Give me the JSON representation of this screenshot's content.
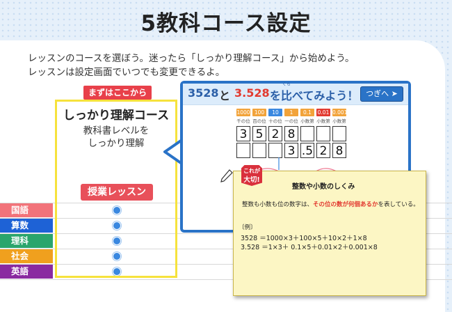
{
  "page_title": "5教科コース設定",
  "intro": {
    "line1": "レッスンのコースを選ぼう。迷ったら「しっかり理解コース」から始めよう。",
    "line2": "レッスンは設定画面でいつでも変更できるよ。"
  },
  "course": {
    "first_tag": "まずはここから",
    "title": "しっかり理解コース",
    "desc1": "教科書レベルを",
    "desc2": "しっかり理解",
    "lesson_button": "授業レッスン"
  },
  "subjects": [
    {
      "label": "国語",
      "color": "#f2737a"
    },
    {
      "label": "算数",
      "color": "#1e62d6"
    },
    {
      "label": "理科",
      "color": "#2aa56c"
    },
    {
      "label": "社会",
      "color": "#f0a01e"
    },
    {
      "label": "英語",
      "color": "#8a2aa0"
    }
  ],
  "preview": {
    "num1": "3528",
    "and": "と",
    "num2": "3.528",
    "tail": "を比べてみよう！",
    "ruby": "くら",
    "next_button": "つぎへ",
    "places": [
      {
        "value": "1000",
        "label": "千の位",
        "color": "#f2a33a"
      },
      {
        "value": "100",
        "label": "百の位",
        "color": "#f2a33a"
      },
      {
        "value": "10",
        "label": "十の位",
        "color": "#3a88e0"
      },
      {
        "value": "1",
        "label": "一の位",
        "color": "#f2a33a"
      },
      {
        "value": "0.1",
        "label": "小数第一位",
        "color": "#f2a33a"
      },
      {
        "value": "0.01",
        "label": "小数第二位",
        "color": "#e23a30"
      },
      {
        "value": "0.001",
        "label": "小数第三位",
        "color": "#f2a33a"
      }
    ],
    "row1": [
      "3",
      "5",
      "2",
      "8",
      "",
      "",
      ""
    ],
    "row2": [
      "",
      "",
      "",
      "3",
      ".5",
      "2",
      "8"
    ]
  },
  "info": {
    "badge_top": "これが",
    "badge_bottom": "大切!",
    "title": "整数や小数のしくみ",
    "body_pre": "整数も小数も位の数字は、",
    "body_emph": "その位の数が何個あるか",
    "body_post": "を表している。",
    "example_label": "〔例〕",
    "ex1": "3528 ＝1000×3＋100×5＋10×2＋1×8",
    "ex2": "3.528 ＝1×3＋ 0.1×5＋0.01×2＋0.001×8"
  }
}
